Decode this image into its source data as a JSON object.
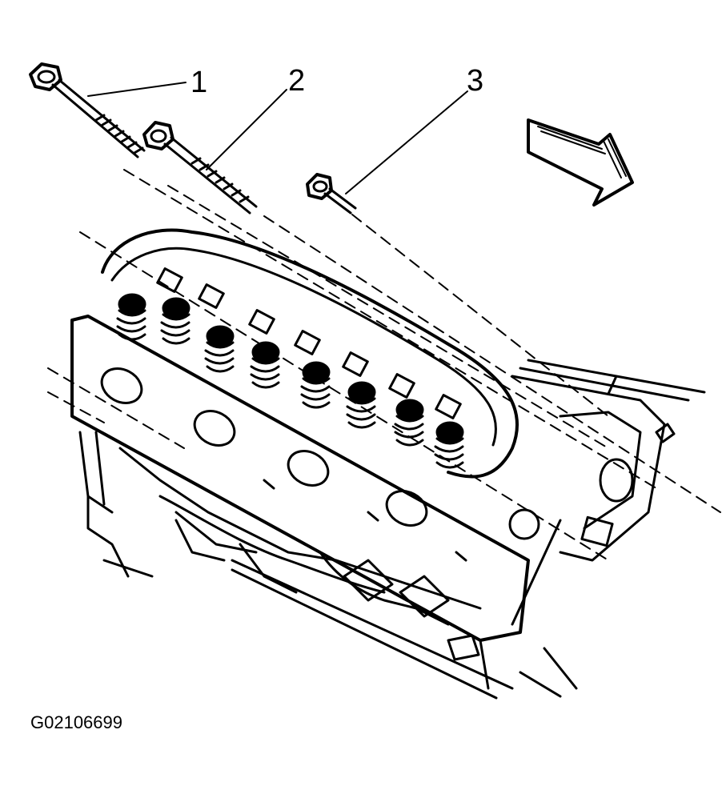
{
  "callouts": [
    {
      "label": "1",
      "part": "bolt-long"
    },
    {
      "label": "2",
      "part": "bolt-medium"
    },
    {
      "label": "3",
      "part": "bolt-short"
    }
  ],
  "figure_id": "G02106699",
  "colors": {
    "ink": "#000000",
    "paper": "#ffffff"
  }
}
